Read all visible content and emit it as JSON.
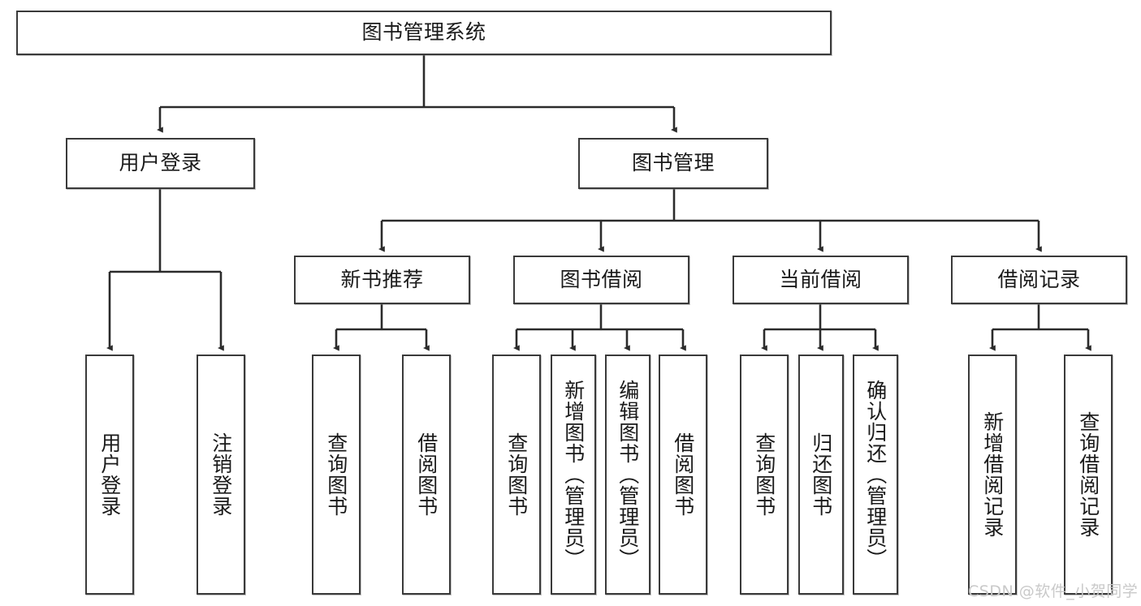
{
  "diagram": {
    "title": "图书管理系统",
    "type": "tree-hierarchy-chart",
    "colors": {
      "box_border": "#3a3a3a",
      "box_fill": "#ffffff",
      "connector": "#2b2b2b",
      "text": "#1a1a1a",
      "watermark": "#c9c9c9",
      "page_background": "#ffffff"
    },
    "root": {
      "label": "图书管理系统",
      "orientation": "horizontal"
    },
    "level2": [
      {
        "label": "用户登录",
        "orientation": "horizontal"
      },
      {
        "label": "图书管理",
        "orientation": "horizontal"
      }
    ],
    "level3": [
      {
        "label": "新书推荐",
        "orientation": "horizontal"
      },
      {
        "label": "图书借阅",
        "orientation": "horizontal"
      },
      {
        "label": "当前借阅",
        "orientation": "horizontal"
      },
      {
        "label": "借阅记录",
        "orientation": "horizontal"
      }
    ],
    "leaves": {
      "user_login": [
        {
          "label": "用户登录",
          "orientation": "vertical"
        },
        {
          "label": "注销登录",
          "orientation": "vertical"
        }
      ],
      "new_book_recommend": [
        {
          "label": "查询图书",
          "orientation": "vertical"
        },
        {
          "label": "借阅图书",
          "orientation": "vertical"
        }
      ],
      "book_borrow": [
        {
          "label": "查询图书",
          "orientation": "vertical"
        },
        {
          "label": "新增图书（管理员）",
          "orientation": "vertical"
        },
        {
          "label": "编辑图书（管理员）",
          "orientation": "vertical"
        },
        {
          "label": "借阅图书",
          "orientation": "vertical"
        }
      ],
      "current_borrow": [
        {
          "label": "查询图书",
          "orientation": "vertical"
        },
        {
          "label": "归还图书",
          "orientation": "vertical"
        },
        {
          "label": "确认归还（管理员）",
          "orientation": "vertical"
        }
      ],
      "borrow_record": [
        {
          "label": "新增借阅记录",
          "orientation": "vertical"
        },
        {
          "label": "查询借阅记录",
          "orientation": "vertical"
        }
      ]
    },
    "watermark": "CSDN @软件_小贺同学"
  }
}
